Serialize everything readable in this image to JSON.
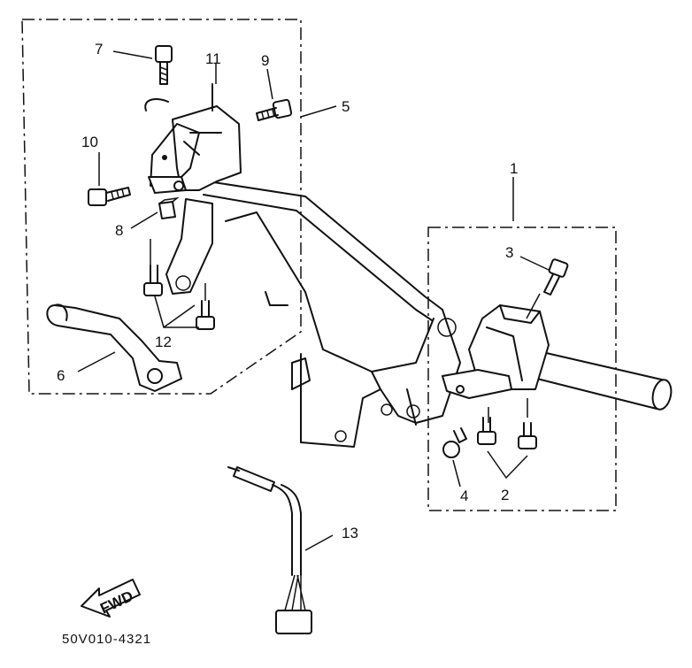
{
  "callouts": {
    "p1": "1",
    "p2": "2",
    "p3": "3",
    "p4": "4",
    "p5": "5",
    "p6": "6",
    "p7": "7",
    "p8": "8",
    "p9": "9",
    "p10": "10",
    "p11": "11",
    "p12": "12",
    "p13": "13"
  },
  "fwd_label": "FWD",
  "diagram_code": "50V010-4321"
}
